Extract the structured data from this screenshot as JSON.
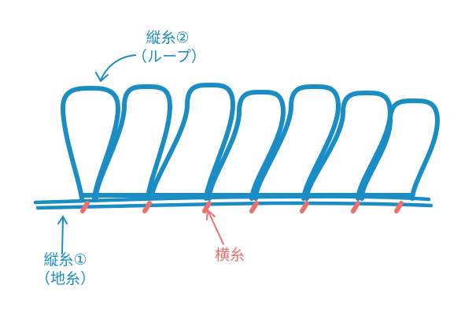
{
  "colors": {
    "warp": "#1a8ec4",
    "weft": "#ec7070"
  },
  "labels": {
    "pile_warp_line1": "縦糸②",
    "pile_warp_line2": "（ループ）",
    "ground_warp_line1": "縦糸①",
    "ground_warp_line2": "（地糸）",
    "weft": "横糸"
  }
}
